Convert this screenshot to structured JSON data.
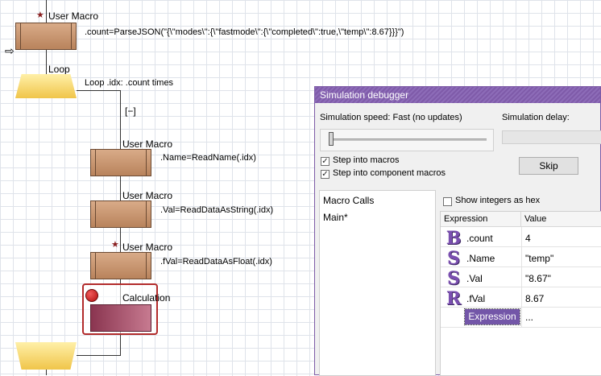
{
  "flowchart": {
    "blocks": [
      {
        "label": "User Macro",
        "code": ".count=ParseJSON(\"{\\\"modes\\\":{\\\"fastmode\\\":{\\\"completed\\\":true,\\\"temp\\\":8.67}}}\")",
        "starred": true
      },
      {
        "label": "Loop",
        "code": "Loop .idx: .count times"
      },
      {
        "label": "User Macro",
        "code": ".Name=ReadName(.idx)",
        "starred": false
      },
      {
        "label": "User Macro",
        "code": ".Val=ReadDataAsString(.idx)",
        "starred": false
      },
      {
        "label": "User Macro",
        "code": ".fVal=ReadDataAsFloat(.idx)",
        "starred": true
      },
      {
        "label": "Calculation",
        "code": ""
      }
    ],
    "collapse_toggle": "[−]",
    "current_arrow": "⇨"
  },
  "debugger": {
    "title": "Simulation debugger",
    "speed_label": "Simulation speed: Fast (no updates)",
    "delay_label": "Simulation delay:",
    "step_into_macros": "Step into macros",
    "step_into_components": "Step into component macros",
    "skip_label": "Skip",
    "macro_calls_header": "Macro Calls",
    "macro_calls": [
      "Main*"
    ],
    "show_hex_label": "Show integers as hex",
    "columns": [
      "Expression",
      "Value"
    ],
    "variables": [
      {
        "type": "B",
        "name": ".count",
        "value": "4"
      },
      {
        "type": "S",
        "name": ".Name",
        "value": "\"temp\""
      },
      {
        "type": "S",
        "name": ".Val",
        "value": "\"8.67\""
      },
      {
        "type": "R",
        "name": ".fVal",
        "value": "8.67"
      }
    ],
    "new_expression": {
      "name": "Expression",
      "value": "..."
    }
  }
}
